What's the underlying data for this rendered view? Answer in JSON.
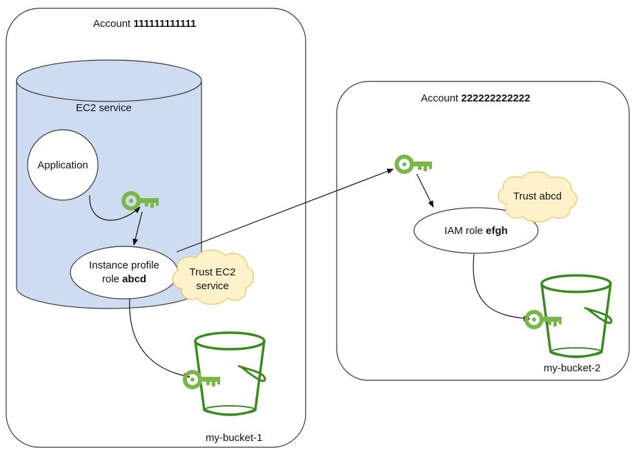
{
  "account1": {
    "prefix": "Account ",
    "id": "111111111111"
  },
  "account2": {
    "prefix": "Account ",
    "id": "222222222222"
  },
  "ec2_service": {
    "label": "EC2 service"
  },
  "application": {
    "label": "Application"
  },
  "instance_profile": {
    "line1": "Instance profile",
    "line2_prefix": "role ",
    "line2_bold": "abcd"
  },
  "trust_ec2": {
    "line1": "Trust EC2",
    "line2": "service"
  },
  "trust_abcd": {
    "label": "Trust abcd"
  },
  "iam_role": {
    "prefix": "IAM role ",
    "bold": "efgh"
  },
  "bucket1": {
    "label": "my-bucket-1"
  },
  "bucket2": {
    "label": "my-bucket-2"
  },
  "colors": {
    "cylinder_fill": "#cddcf0",
    "cloud_fill": "#fff1c9",
    "cloud_stroke": "#e6c35c",
    "key_green": "#7ab648",
    "bucket_green": "#3a8a1e"
  }
}
